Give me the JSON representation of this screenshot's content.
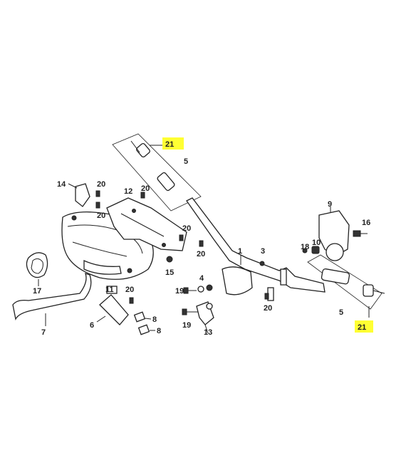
{
  "callouts": {
    "c1": "1",
    "c3": "3",
    "c4": "4",
    "c5a": "5",
    "c5b": "5",
    "c6": "6",
    "c7": "7",
    "c8a": "8",
    "c8b": "8",
    "c9": "9",
    "c10": "10",
    "c11": "11",
    "c12": "12",
    "c13": "13",
    "c14": "14",
    "c15": "15",
    "c16": "16",
    "c17": "17",
    "c18": "18",
    "c19a": "19",
    "c19b": "19",
    "c20a": "20",
    "c20b": "20",
    "c20c": "20",
    "c20d": "20",
    "c20e": "20",
    "c20f": "20",
    "c20g": "20",
    "c21a": "21",
    "c21b": "21"
  },
  "colors": {
    "highlight": "#ffff33",
    "ink": "#222222"
  }
}
